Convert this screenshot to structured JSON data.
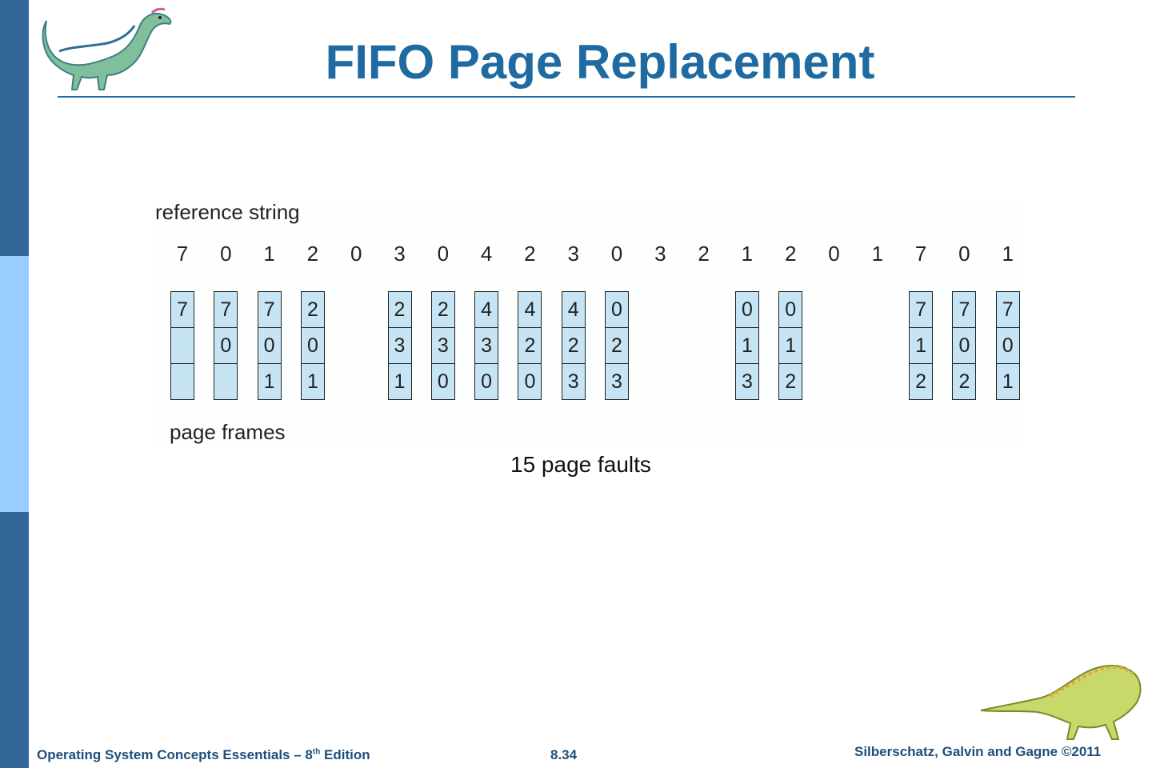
{
  "slide": {
    "title": "FIFO Page Replacement",
    "reference_label": "reference string",
    "reference_string": [
      "7",
      "0",
      "1",
      "2",
      "0",
      "3",
      "0",
      "4",
      "2",
      "3",
      "0",
      "3",
      "2",
      "1",
      "2",
      "0",
      "1",
      "7",
      "0",
      "1"
    ],
    "frames_label": "page frames",
    "frames": [
      {
        "ref_index": 0,
        "cells": [
          "7",
          "",
          ""
        ]
      },
      {
        "ref_index": 1,
        "cells": [
          "7",
          "0",
          ""
        ]
      },
      {
        "ref_index": 2,
        "cells": [
          "7",
          "0",
          "1"
        ]
      },
      {
        "ref_index": 3,
        "cells": [
          "2",
          "0",
          "1"
        ]
      },
      {
        "ref_index": 5,
        "cells": [
          "2",
          "3",
          "1"
        ]
      },
      {
        "ref_index": 6,
        "cells": [
          "2",
          "3",
          "0"
        ]
      },
      {
        "ref_index": 7,
        "cells": [
          "4",
          "3",
          "0"
        ]
      },
      {
        "ref_index": 8,
        "cells": [
          "4",
          "2",
          "0"
        ]
      },
      {
        "ref_index": 9,
        "cells": [
          "4",
          "2",
          "3"
        ]
      },
      {
        "ref_index": 10,
        "cells": [
          "0",
          "2",
          "3"
        ]
      },
      {
        "ref_index": 13,
        "cells": [
          "0",
          "1",
          "3"
        ]
      },
      {
        "ref_index": 14,
        "cells": [
          "0",
          "1",
          "2"
        ]
      },
      {
        "ref_index": 17,
        "cells": [
          "7",
          "1",
          "2"
        ]
      },
      {
        "ref_index": 18,
        "cells": [
          "7",
          "0",
          "2"
        ]
      },
      {
        "ref_index": 19,
        "cells": [
          "7",
          "0",
          "1"
        ]
      }
    ],
    "faults_text": "15 page faults"
  },
  "footer": {
    "book_prefix": "Operating System Concepts Essentials – 8",
    "book_sup": "th",
    "book_suffix": " Edition",
    "page_number": "8.34",
    "copyright": "Silberschatz, Galvin and Gagne ©2011"
  },
  "colors": {
    "sidebar_dark": "#336699",
    "sidebar_light": "#99ccff",
    "title": "#1f6aa0",
    "frame_fill": "#c6e4f4"
  }
}
